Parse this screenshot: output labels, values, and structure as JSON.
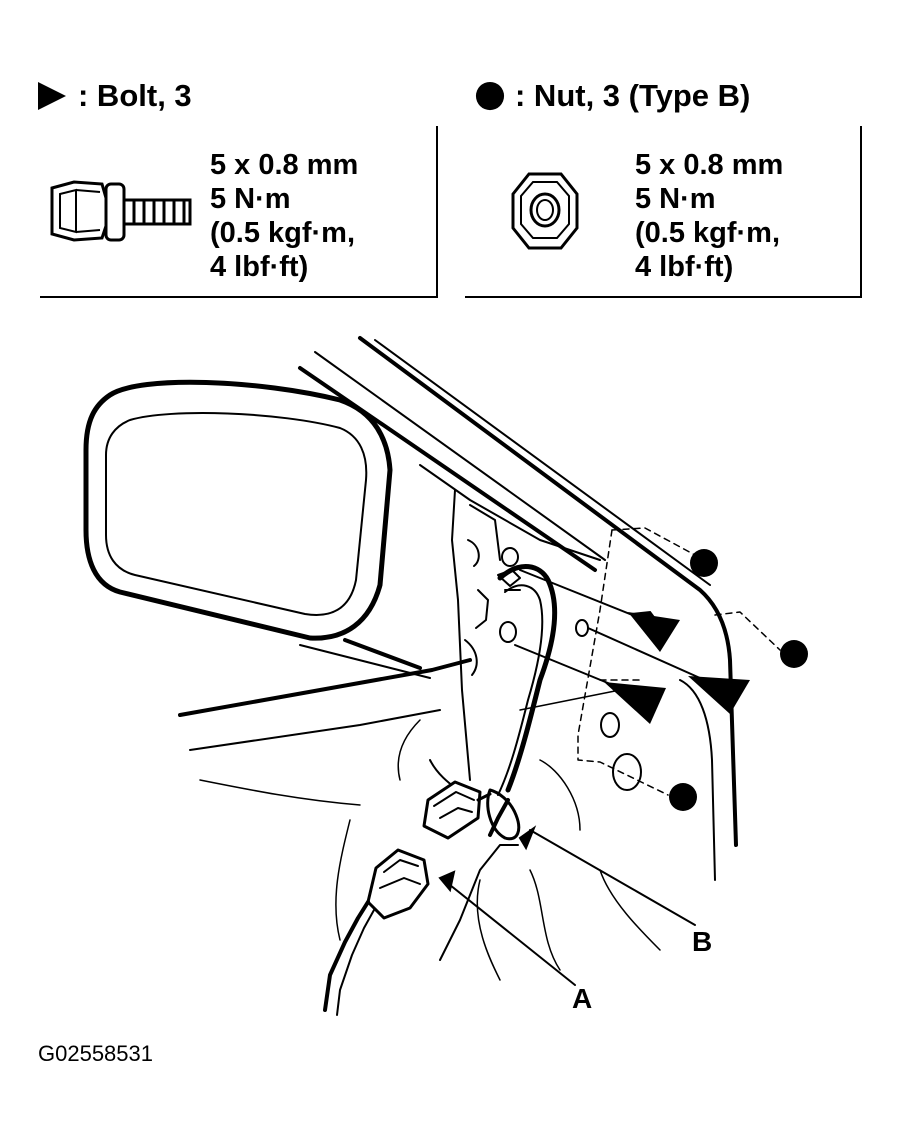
{
  "legend": {
    "bolt": {
      "title": ": Bolt, 3",
      "symbol_icon": "triangle-icon",
      "spec": [
        "5 x 0.8 mm",
        "5 N·m",
        "(0.5 kgf·m,",
        "4 lbf·ft)"
      ]
    },
    "nut": {
      "title": ": Nut, 3 (Type B)",
      "symbol_icon": "dot-icon",
      "spec": [
        "5 x 0.8 mm",
        "5 N·m",
        "(0.5 kgf·m,",
        "4 lbf·ft)"
      ]
    }
  },
  "callouts": {
    "a": "A",
    "b": "B"
  },
  "figure_id": "G02558531"
}
